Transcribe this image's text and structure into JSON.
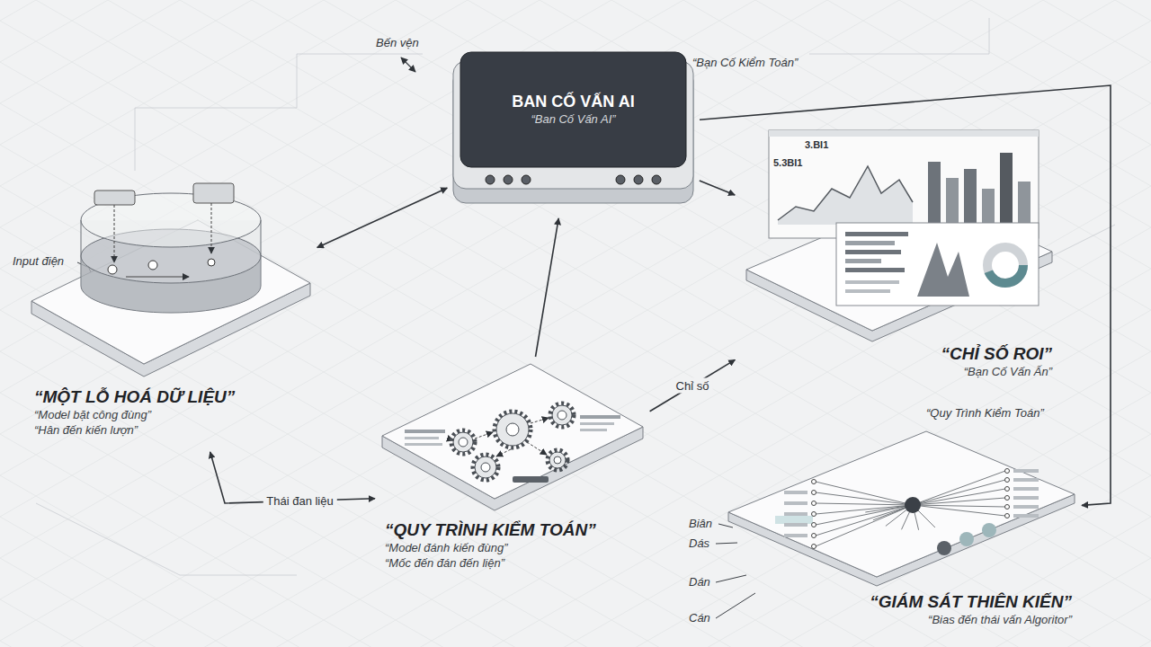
{
  "diagram": {
    "nodes": [
      {
        "text": [
          "BAN CỐ VẤN AI",
          "“Ban Cố Vấn AI”"
        ]
      },
      {
        "text": [
          "“MỘT LỖ HOÁ DỮ LIỆU”",
          "“Model bặt công đùng”",
          "“Hân đến kiến lượn”"
        ]
      },
      {
        "text": [
          "“QUY TRÌNH KIỂM TOÁN”",
          "“Model đánh kiến đùng”",
          "“Mốc đến đán đến liện”"
        ]
      },
      {
        "text": [
          "“CHỈ SỐ ROI”",
          "“Bạn Cố Vấn Ấn”"
        ]
      },
      {
        "text": [
          "“GIÁM SÁT THIÊN KIẾN”",
          "“Bias đến thái vấn Algoritor”"
        ]
      }
    ],
    "edges": [
      {
        "from": 1,
        "to": 0,
        "arrow": "both"
      },
      {
        "from": 0,
        "to": 3,
        "arrow": "to"
      },
      {
        "from": 1,
        "to": 2,
        "label": "Thái đan liệu",
        "arrow": "both"
      },
      {
        "from": 2,
        "to": 3,
        "label": "Chỉ số",
        "arrow": "to"
      },
      {
        "from": 0,
        "to": 4,
        "arrow": "to"
      },
      {
        "from": 2,
        "to": 0,
        "arrow": "to"
      }
    ],
    "labels": [
      "Bến vện",
      "“Bạn Cố Kiểm Toán”",
      "Input điện",
      "5.3BI1",
      "3.BI1",
      "“Quy Trình Kiểm Toán”",
      "Biân",
      "Dás",
      "Dán",
      "Cán"
    ]
  }
}
